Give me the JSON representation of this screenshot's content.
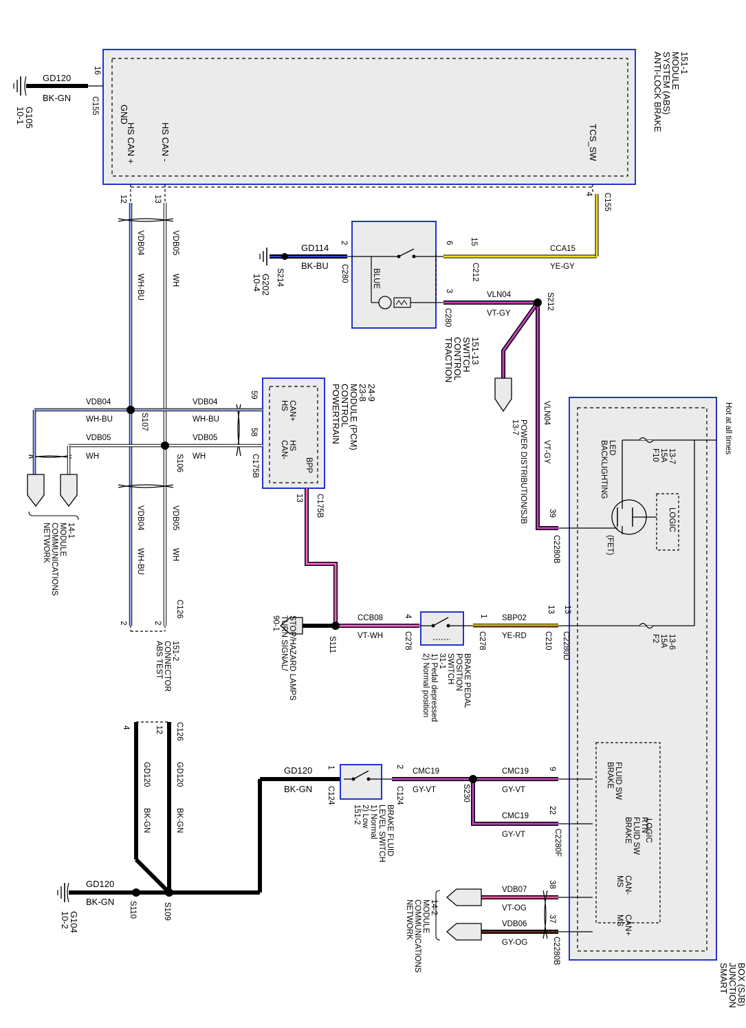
{
  "modules": {
    "abs": {
      "title": [
        "ANTI-LOCK BRAKE",
        "SYSTEM (ABS)",
        "MODULE",
        "151-1"
      ],
      "pins": {
        "gnd": "GND",
        "hs_can_plus": "HS CAN +",
        "hs_can_minus": "HS CAN -",
        "tcs_sw": "TCS_SW"
      }
    },
    "tcs": {
      "title": [
        "TRACTION",
        "CONTROL",
        "SWITCH",
        "151-13"
      ],
      "blue": "BLUE"
    },
    "pcm": {
      "title": [
        "POWERTRAIN",
        "CONTROL",
        "MODULE (PCM)",
        "23-8",
        "24-9"
      ],
      "pin_can_plus": [
        "HS",
        "CAN+"
      ],
      "pin_can_minus": [
        "HS",
        "CAN-"
      ],
      "pin_bpp": "BPP"
    },
    "sjb": {
      "title": [
        "SMART",
        "JUNCTION",
        "BOX (SJB)",
        "11-3"
      ],
      "hot": "Hot at all times",
      "fuse_f10": [
        "F10",
        "15A",
        "13-7"
      ],
      "fuse_f2": [
        "F2",
        "15A",
        "13-6"
      ],
      "backlighting": [
        "BACKLIGHTING",
        "LED"
      ],
      "logic_top": "LOGIC",
      "fet": "(FET)",
      "logic_bottom": "LOGIC",
      "brake_fluid_sw": [
        "BRAKE",
        "FLUID SW"
      ],
      "brake_fluid_rtn": [
        "BRAKE",
        "FLUID SW",
        "RTN"
      ],
      "ms_can_minus": [
        "MS",
        "CAN-"
      ],
      "ms_can_plus": [
        "MS",
        "CAN+"
      ]
    },
    "abs_test": {
      "title": [
        "ABS TEST",
        "CONNECTOR",
        "151-2"
      ]
    },
    "brake_pedal": {
      "title": [
        "BRAKE PEDAL",
        "POSITION",
        "SWITCH",
        "31-1",
        "1) Pedal depressed",
        "2) Normal position"
      ]
    },
    "brake_fluid_level": {
      "title": [
        "BRAKE FLUID",
        "LEVEL SWITCH",
        "1) Normal",
        "2) Low",
        "151-2"
      ]
    }
  },
  "grounds": {
    "g105": [
      "G105",
      "10-1"
    ],
    "g202": [
      "G202",
      "10-4"
    ],
    "g104": [
      "G104",
      "10-2"
    ]
  },
  "connectors": {
    "c155": "C155",
    "c212": "C212",
    "c280": "C280",
    "c175b": "C175B",
    "c126": "C126",
    "c278": "C278",
    "c210": "C210",
    "c2280d": "C2280D",
    "c2280b": "C2280B",
    "c2280f": "C2280F",
    "c124": "C124"
  },
  "splices": {
    "s107": "S107",
    "s106": "S106",
    "s212": "S212",
    "s214": "S214",
    "s111": "S111",
    "s230": "S230",
    "s109": "S109",
    "s110": "S110"
  },
  "pins": {
    "p16": "16",
    "p12": "12",
    "p13": "13",
    "p4": "4",
    "p2": "2",
    "p6": "6",
    "p15": "15",
    "p3": "3",
    "p59": "59",
    "p58": "58",
    "p39": "39",
    "p1": "1",
    "p9": "9",
    "p22": "22",
    "p38": "38",
    "p37": "37"
  },
  "wires": {
    "gd120": "GD120",
    "bk_gn": "BK-GN",
    "gd114": "GD114",
    "bk_bu": "BK-BU",
    "cca15": "CCA15",
    "ye_gy": "YE-GY",
    "vln04": "VLN04",
    "vt_gy": "VT-GY",
    "vdb04": "VDB04",
    "wh_bu": "WH-BU",
    "vdb05": "VDB05",
    "wh": "WH",
    "ccb08": "CCB08",
    "vt_wh": "VT-WH",
    "sbp02": "SBP02",
    "ye_rd": "YE-RD",
    "cmc19": "CMC19",
    "gy_vt": "GY-VT",
    "vdb07": "VDB07",
    "vt_og": "VT-OG",
    "vdb06": "VDB06",
    "gy_og": "GY-OG"
  },
  "references": {
    "power_dist": "POWER DISTRIBUTION/SJB",
    "power_dist_ref": "13-7",
    "turn_signal": [
      "90-1",
      "TURN SIGNAL/",
      "STOP/HAZARD LAMPS"
    ],
    "module_comm_141": [
      "14-1",
      "MODULE",
      "COMMUNICATIONS",
      "NETWORK"
    ],
    "module_comm_142": [
      "14-2",
      "MODULE",
      "COMMUNICATIONS",
      "NETWORK"
    ]
  },
  "colors": {
    "module_border": "#2233cc",
    "module_fill": "#ebebeb",
    "violet": "#c040c0",
    "yellow": "#f0e020",
    "orange": "#f0a020",
    "blue": "#2a4ad8",
    "brown": "#6a3010",
    "pink": "#ff4fa0"
  }
}
